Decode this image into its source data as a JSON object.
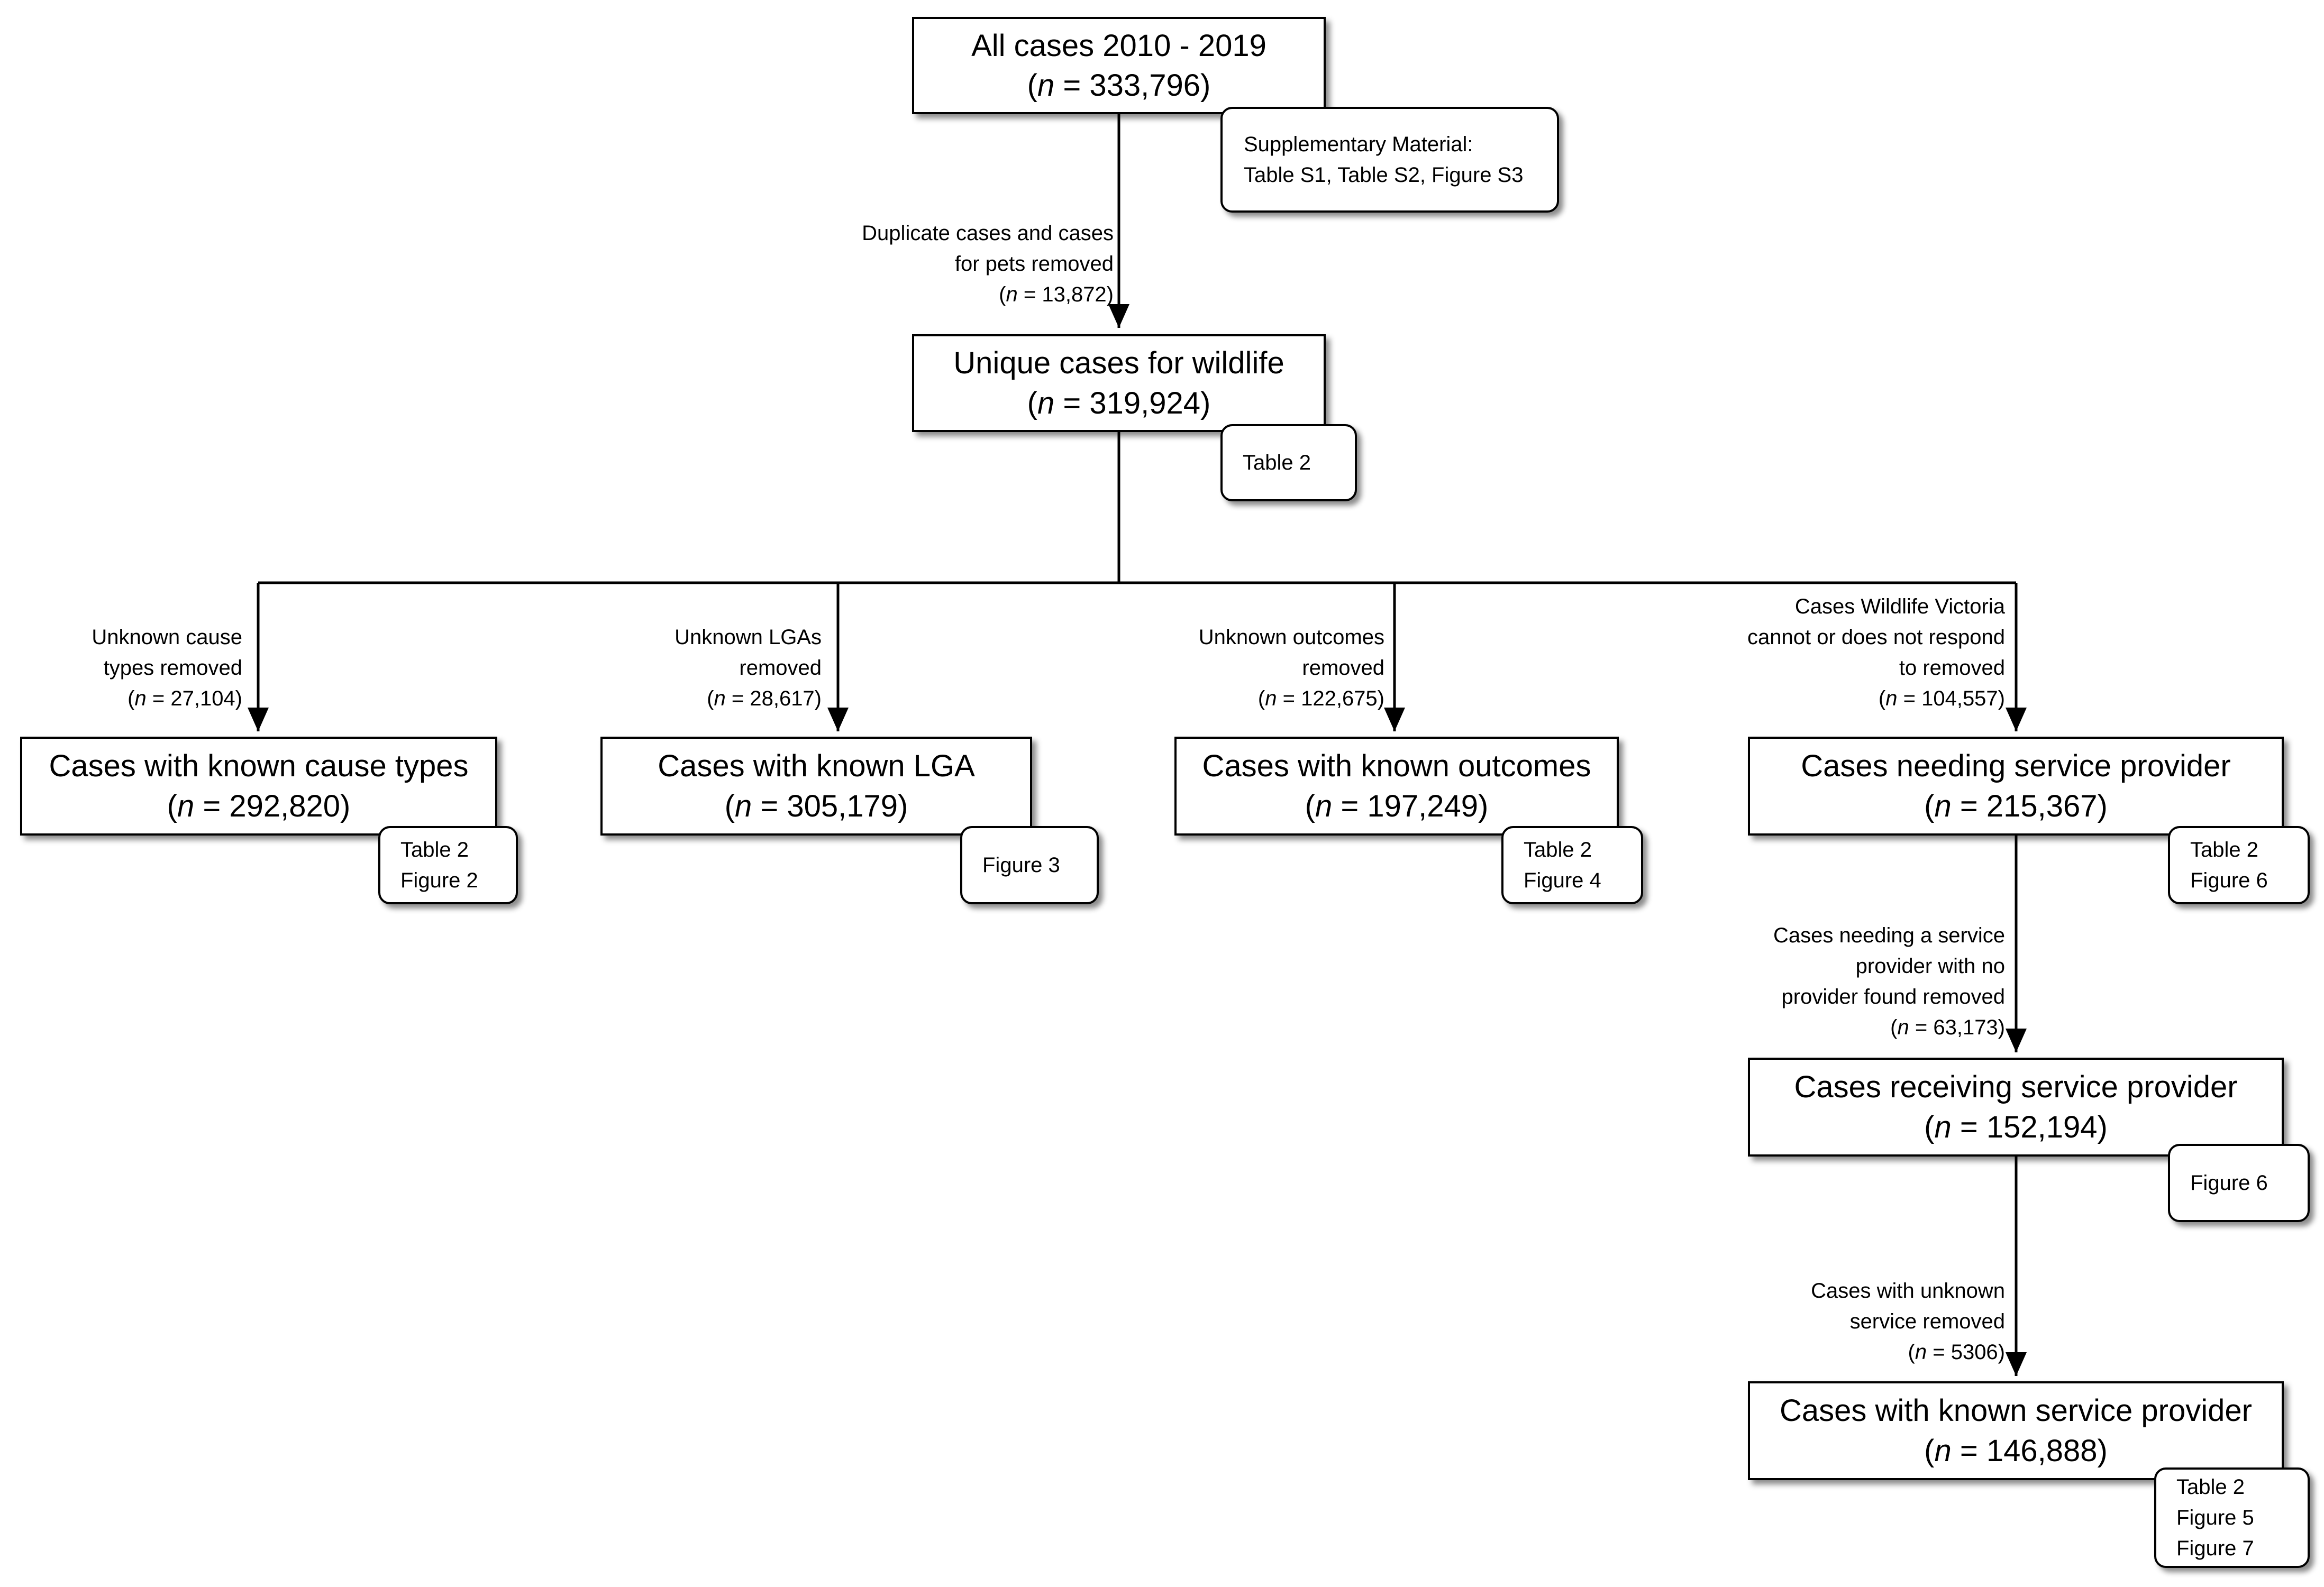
{
  "boxes": {
    "all": {
      "line1": "All cases 2010 - 2019",
      "n_prefix": "(",
      "n_var": "n",
      "n_value": " = 333,796)"
    },
    "unique": {
      "line1": "Unique cases for wildlife",
      "n_prefix": "(",
      "n_var": "n",
      "n_value": " = 319,924)"
    },
    "cause": {
      "line1": "Cases with known cause types",
      "n_prefix": "(",
      "n_var": "n",
      "n_value": " = 292,820)"
    },
    "lga": {
      "line1": "Cases with known LGA",
      "n_prefix": "(",
      "n_var": "n",
      "n_value": " = 305,179)"
    },
    "outcomes": {
      "line1": "Cases with known outcomes",
      "n_prefix": "(",
      "n_var": "n",
      "n_value": " = 197,249)"
    },
    "needing": {
      "line1": "Cases needing service provider",
      "n_prefix": "(",
      "n_var": "n",
      "n_value": " = 215,367)"
    },
    "receiving": {
      "line1": "Cases receiving service provider",
      "n_prefix": "(",
      "n_var": "n",
      "n_value": " = 152,194)"
    },
    "known_sp": {
      "line1": "Cases with known service provider",
      "n_prefix": "(",
      "n_var": "n",
      "n_value": " = 146,888)"
    }
  },
  "refs": {
    "all": [
      "Supplementary Material:",
      "Table S1, Table S2, Figure S3"
    ],
    "unique": [
      "Table 2"
    ],
    "cause": [
      "Table 2",
      "Figure 2"
    ],
    "lga": [
      "Figure 3"
    ],
    "outcomes": [
      "Table 2",
      "Figure 4"
    ],
    "needing": [
      "Table 2",
      "Figure 6"
    ],
    "receiving": [
      "Figure 6"
    ],
    "known_sp": [
      "Table 2",
      "Figure 5",
      "Figure 7"
    ]
  },
  "labels": {
    "duplicates": {
      "lines": [
        "Duplicate cases and cases",
        "for pets removed"
      ],
      "n_open": "(",
      "n_var": "n",
      "n_value": " = 13,872)"
    },
    "cause": {
      "lines": [
        "Unknown cause",
        "types removed"
      ],
      "n_open": "(",
      "n_var": "n",
      "n_value": " = 27,104)"
    },
    "lga": {
      "lines": [
        "Unknown LGAs",
        "removed"
      ],
      "n_open": "(",
      "n_var": "n",
      "n_value": " = 28,617)"
    },
    "outcomes": {
      "lines": [
        "Unknown outcomes",
        "removed"
      ],
      "n_open": "(",
      "n_var": "n",
      "n_value": " = 122,675)"
    },
    "respond": {
      "lines": [
        "Cases Wildlife Victoria",
        "cannot or does not respond",
        "to removed"
      ],
      "n_open": "(",
      "n_var": "n",
      "n_value": " = 104,557)"
    },
    "no_provider": {
      "lines": [
        "Cases needing a service",
        "provider with no",
        "provider found removed"
      ],
      "n_open": "(",
      "n_var": "n",
      "n_value": " = 63,173)"
    },
    "unknown_service": {
      "lines": [
        "Cases with unknown",
        "service removed"
      ],
      "n_open": "(",
      "n_var": "n",
      "n_value": " = 5306)"
    }
  }
}
